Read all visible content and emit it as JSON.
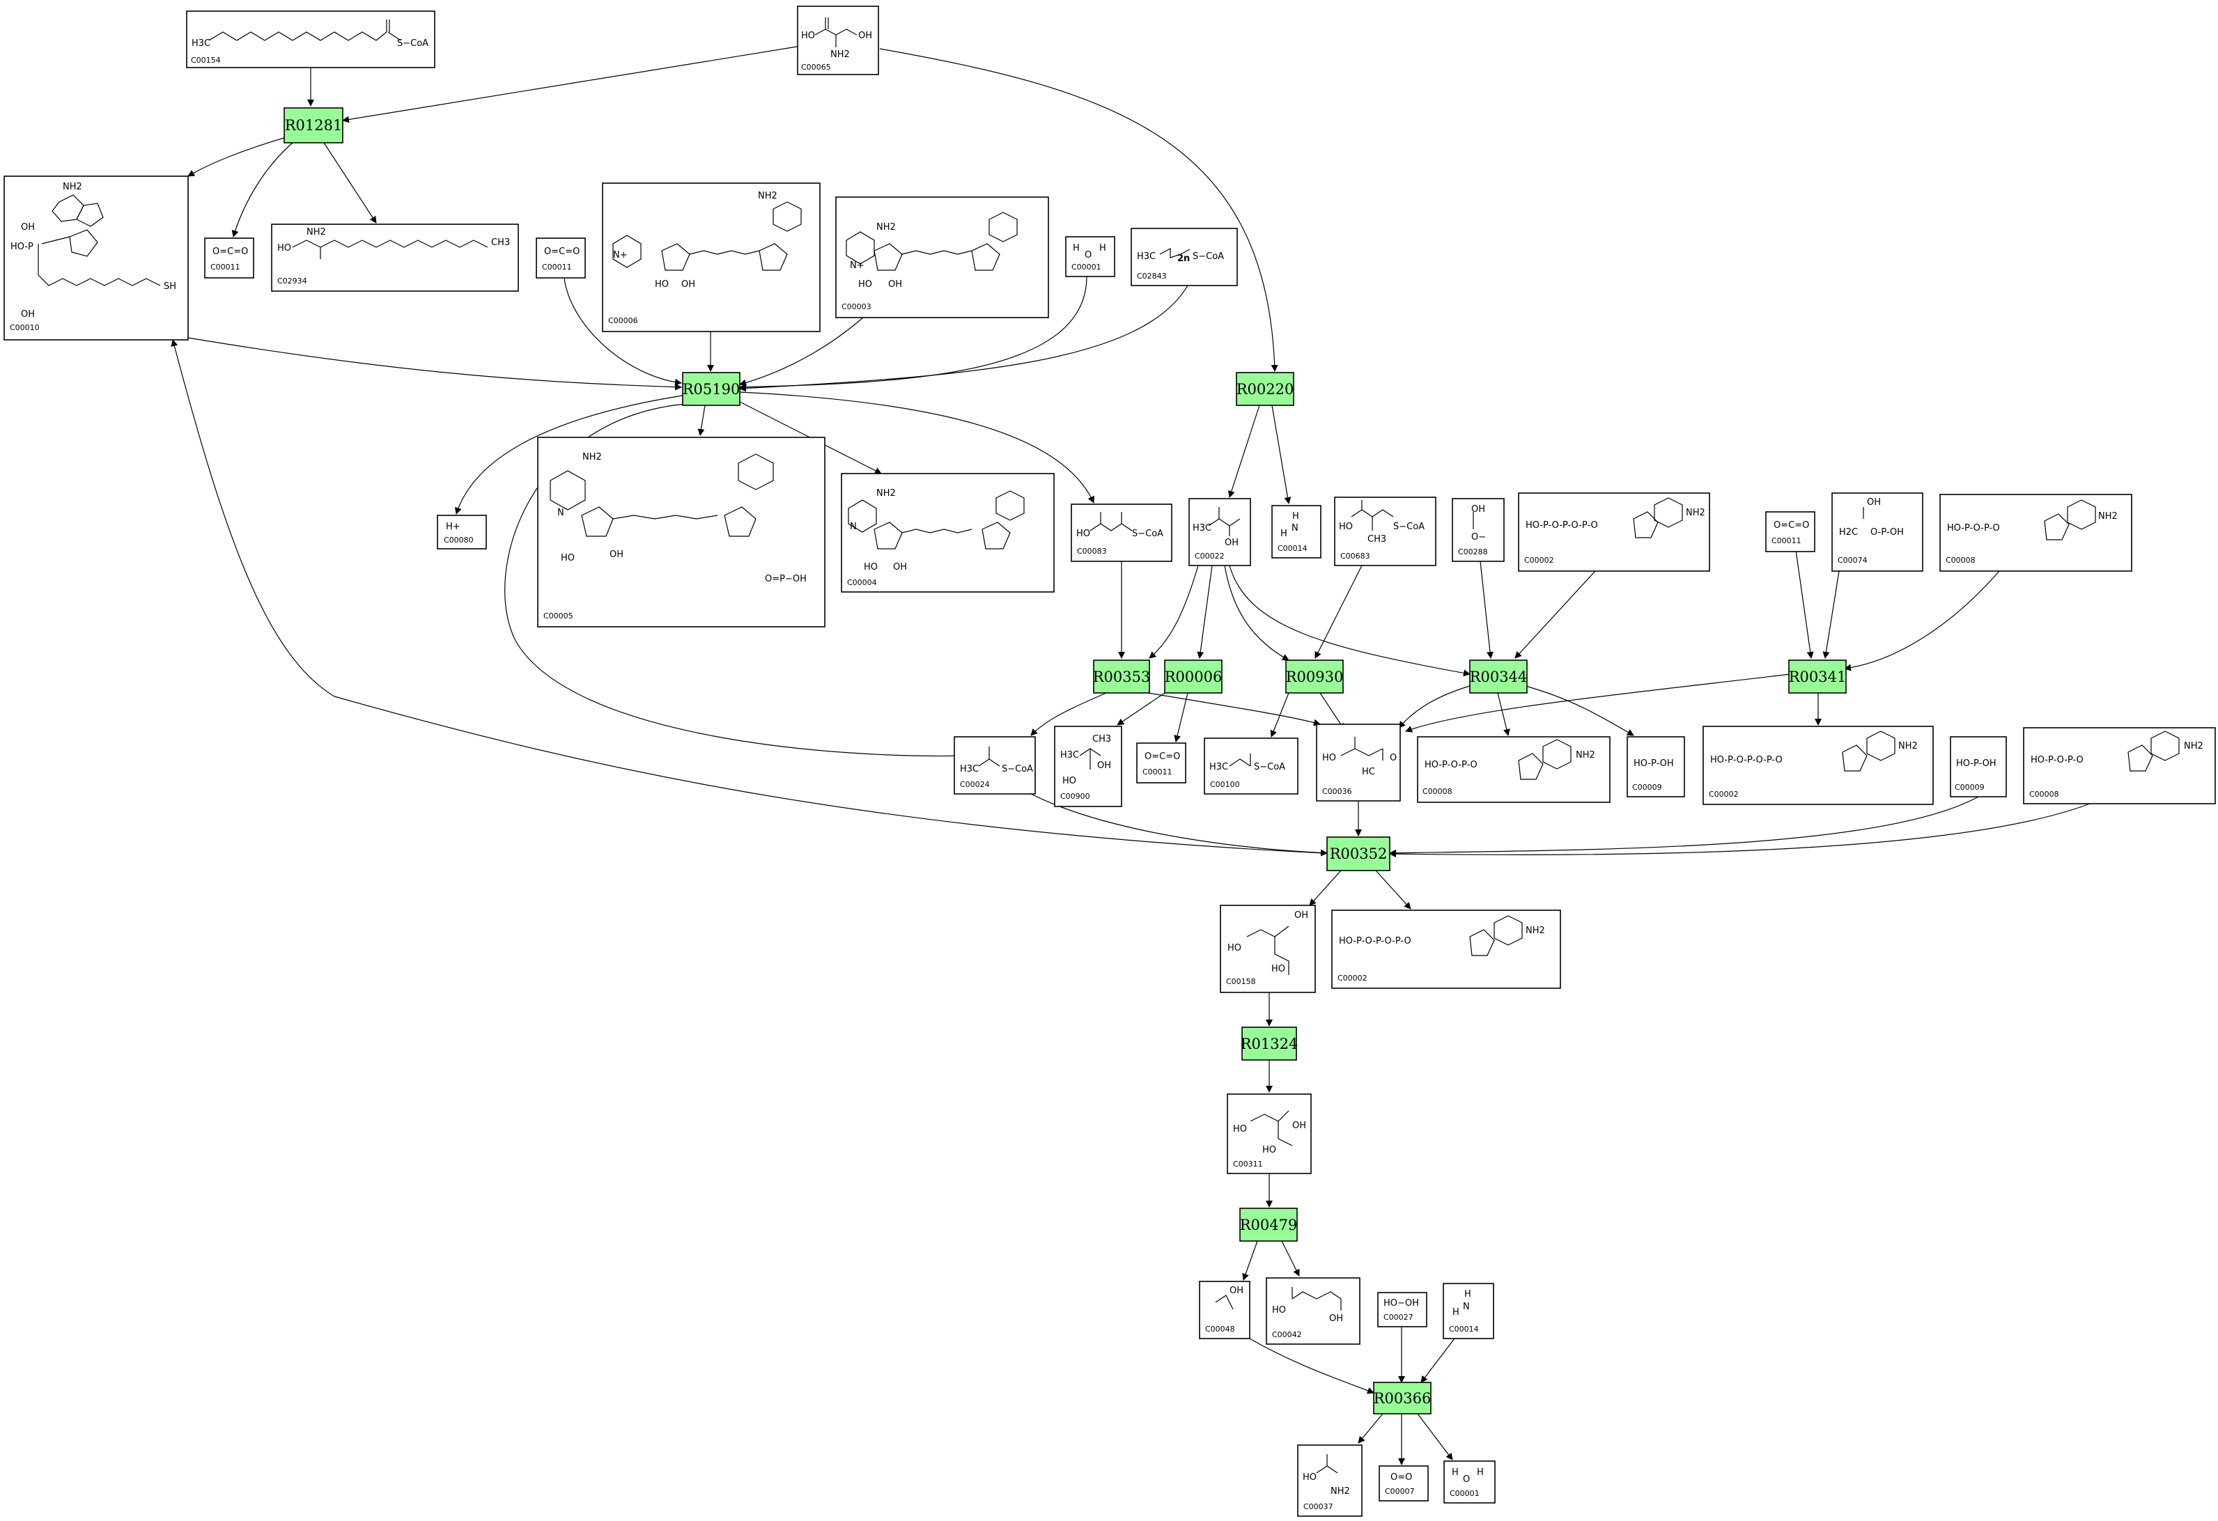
{
  "reactions": {
    "R01281": "R01281",
    "R05190": "R05190",
    "R00220": "R00220",
    "R00353": "R00353",
    "R00006": "R00006",
    "R00930": "R00930",
    "R00344": "R00344",
    "R00341": "R00341",
    "R00352": "R00352",
    "R01324": "R01324",
    "R00479": "R00479",
    "R00366": "R00366"
  },
  "compounds": {
    "c00154": {
      "id": "C00154",
      "atoms": [
        "H3C",
        "S−CoA"
      ]
    },
    "c00065": {
      "id": "C00065",
      "atoms": [
        "HO",
        "OH",
        "NH2"
      ]
    },
    "c00010": {
      "id": "C00010",
      "atoms": [
        "NH2",
        "OH",
        "HO-P",
        "OH",
        "SH"
      ]
    },
    "c00011a": {
      "id": "C00011",
      "atoms": [
        "O=C=O"
      ]
    },
    "c02934": {
      "id": "C02934",
      "atoms": [
        "NH2",
        "HO",
        "CH3"
      ]
    },
    "c00011b": {
      "id": "C00011",
      "atoms": [
        "O=C=O"
      ]
    },
    "c00006": {
      "id": "C00006",
      "atoms": [
        "NH2",
        "N+",
        "HO",
        "OH"
      ]
    },
    "c00003": {
      "id": "C00003",
      "atoms": [
        "NH2",
        "N+",
        "HO",
        "OH"
      ]
    },
    "c00001a": {
      "id": "C00001",
      "atoms": [
        "H",
        "O",
        "H"
      ]
    },
    "c02843": {
      "id": "C02843",
      "atoms": [
        "H3C",
        "2n",
        "S−CoA"
      ]
    },
    "c00080": {
      "id": "C00080",
      "atoms": [
        "H+"
      ]
    },
    "c00005": {
      "id": "C00005",
      "atoms": [
        "NH2",
        "N",
        "HO",
        "OH",
        "O=P−OH"
      ]
    },
    "c00004": {
      "id": "C00004",
      "atoms": [
        "NH2",
        "N",
        "HO",
        "OH"
      ]
    },
    "c00083": {
      "id": "C00083",
      "atoms": [
        "HO",
        "S−CoA"
      ]
    },
    "c00022": {
      "id": "C00022",
      "atoms": [
        "H3C",
        "OH"
      ]
    },
    "c00014a": {
      "id": "C00014",
      "atoms": [
        "H",
        "N",
        "H"
      ]
    },
    "c00683": {
      "id": "C00683",
      "atoms": [
        "HO",
        "S−CoA",
        "CH3"
      ]
    },
    "c00288": {
      "id": "C00288",
      "atoms": [
        "OH",
        "O−"
      ]
    },
    "c00002a": {
      "id": "C00002",
      "atoms": [
        "HO-P-O-P-O-P-O",
        "NH2"
      ]
    },
    "c00011c": {
      "id": "C00011",
      "atoms": [
        "O=C=O"
      ]
    },
    "c00074": {
      "id": "C00074",
      "atoms": [
        "OH",
        "H2C",
        "O-P-OH"
      ]
    },
    "c00008a": {
      "id": "C00008",
      "atoms": [
        "HO-P-O-P-O",
        "NH2"
      ]
    },
    "c00024": {
      "id": "C00024",
      "atoms": [
        "H3C",
        "S−CoA"
      ]
    },
    "c00900": {
      "id": "C00900",
      "atoms": [
        "H3C",
        "CH3",
        "OH",
        "HO"
      ]
    },
    "c00011d": {
      "id": "C00011",
      "atoms": [
        "O=C=O"
      ]
    },
    "c00100": {
      "id": "C00100",
      "atoms": [
        "H3C",
        "S−CoA"
      ]
    },
    "c00036": {
      "id": "C00036",
      "atoms": [
        "HO",
        "O",
        "HC"
      ]
    },
    "c00008b": {
      "id": "C00008",
      "atoms": [
        "HO-P-O-P-O",
        "NH2"
      ]
    },
    "c00009a": {
      "id": "C00009",
      "atoms": [
        "HO-P-OH"
      ]
    },
    "c00002b": {
      "id": "C00002",
      "atoms": [
        "HO-P-O-P-O-P-O",
        "NH2"
      ]
    },
    "c00009b": {
      "id": "C00009",
      "atoms": [
        "HO-P-OH"
      ]
    },
    "c00008c": {
      "id": "C00008",
      "atoms": [
        "HO-P-O-P-O",
        "NH2"
      ]
    },
    "c00158": {
      "id": "C00158",
      "atoms": [
        "HO",
        "OH",
        "HO"
      ]
    },
    "c00002c": {
      "id": "C00002",
      "atoms": [
        "HO-P-O-P-O-P-O",
        "NH2"
      ]
    },
    "c00311": {
      "id": "C00311",
      "atoms": [
        "HO",
        "OH",
        "HO"
      ]
    },
    "c00048": {
      "id": "C00048",
      "atoms": [
        "OH"
      ]
    },
    "c00042": {
      "id": "C00042",
      "atoms": [
        "HO",
        "OH"
      ]
    },
    "c00027": {
      "id": "C00027",
      "atoms": [
        "HO−OH"
      ]
    },
    "c00014b": {
      "id": "C00014",
      "atoms": [
        "H",
        "N",
        "H"
      ]
    },
    "c00037": {
      "id": "C00037",
      "atoms": [
        "HO",
        "NH2"
      ]
    },
    "c00007": {
      "id": "C00007",
      "atoms": [
        "O=O"
      ]
    },
    "c00001b": {
      "id": "C00001",
      "atoms": [
        "H",
        "O",
        "H"
      ]
    }
  },
  "colors": {
    "reaction_fill": "#98fb98",
    "line": "#000000",
    "background": "#ffffff"
  }
}
